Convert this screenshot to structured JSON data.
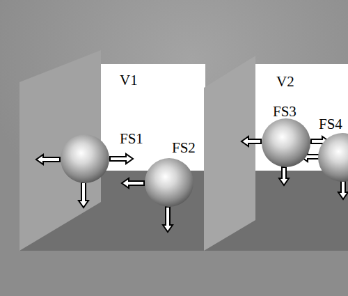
{
  "diagram": {
    "labels": [
      "V1",
      "V2",
      "FS1",
      "FS2",
      "FS3",
      "FS4"
    ]
  }
}
